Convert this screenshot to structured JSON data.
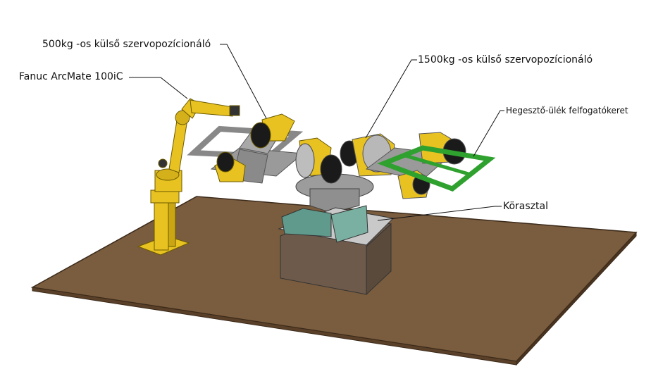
{
  "labels": {
    "positioner_500": "500kg -os külső szervopozícionáló",
    "robot": "Fanuc ArcMate 100iC",
    "positioner_1500": "1500kg -os külső szervopozícionáló",
    "frame": "Hegesztő-ülék felfogatókeret",
    "turntable": "Körasztal"
  },
  "colors": {
    "floor": "#7a5c3e",
    "robot_yellow": "#e8c220",
    "pedestal_yellow": "#e8c220",
    "steel_gray": "#a8a8a8",
    "base_block": "#6e5a4a",
    "turntable_green": "#5f9a8c",
    "frame_green": "#2fa12f",
    "wheel_black": "#1a1a1a"
  }
}
